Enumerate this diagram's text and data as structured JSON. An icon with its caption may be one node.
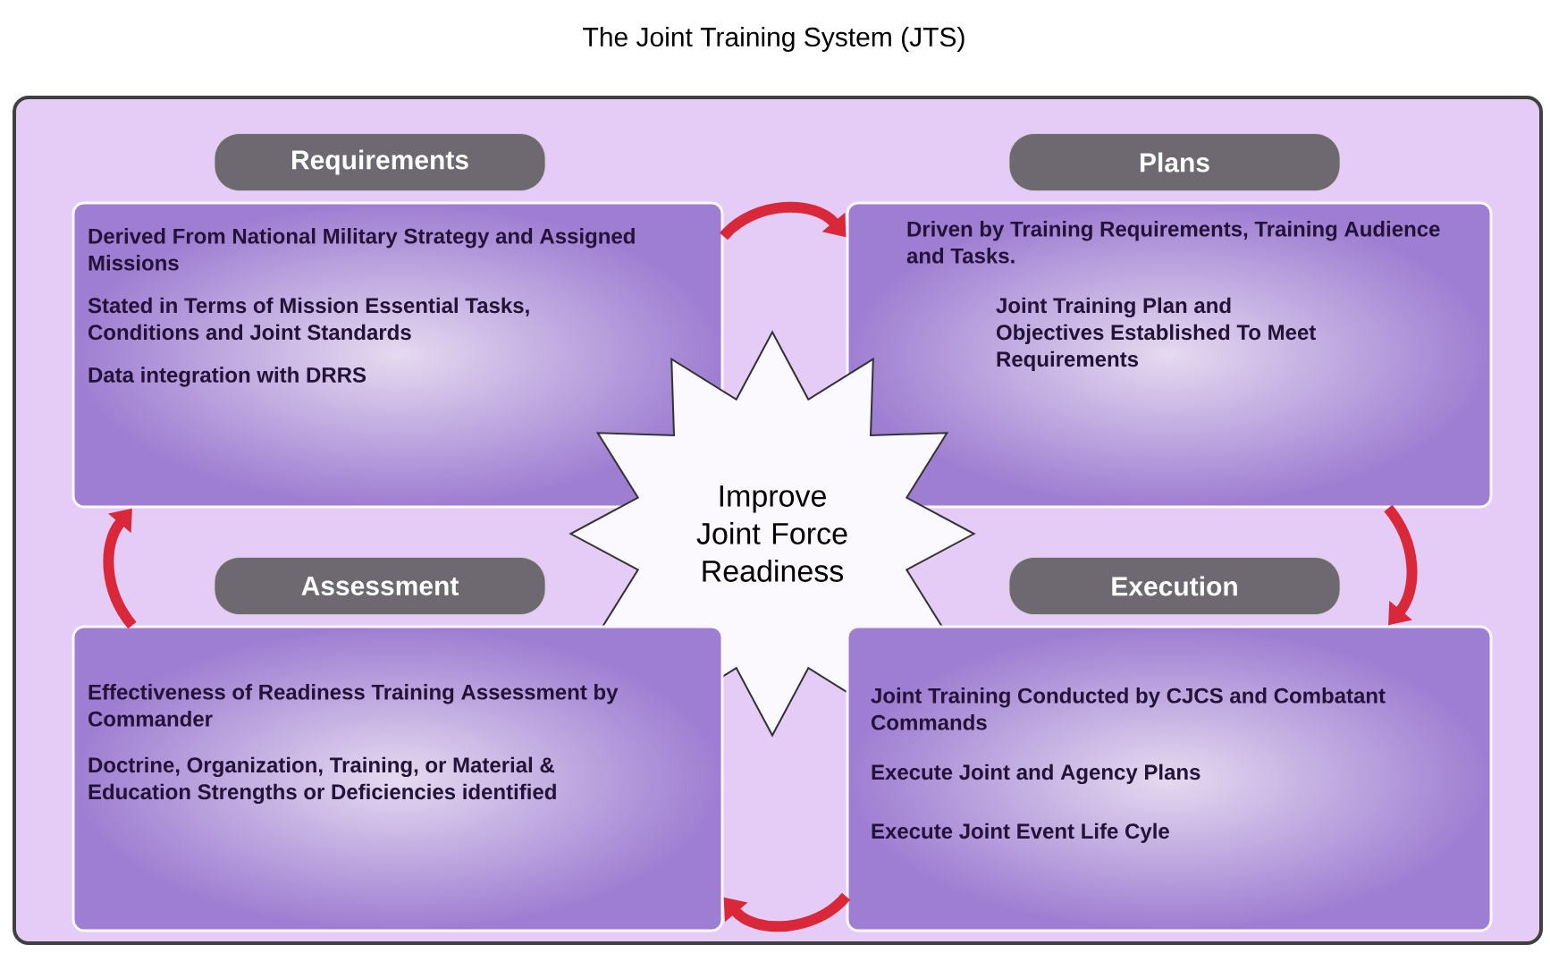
{
  "diagram": {
    "title": "The Joint Training System (JTS)",
    "nodes": [
      {
        "text": [],
        "shape": "box"
      },
      {
        "text": [
          "Requirements",
          "Derived From National Military Strategy and Assigned Missions",
          "Stated in Terms of Mission Essential Tasks, Conditions and Joint Standards",
          "Data integration with DRRS"
        ],
        "in": 0
      },
      {
        "text": [
          "Plans",
          "Driven by Training Requirements, Training Audience and Tasks.",
          "Joint Training Plan and Objectives Established To Meet Requirements"
        ],
        "in": 0
      },
      {
        "text": [
          "Improve Joint Force Readiness"
        ],
        "in": 0
      },
      {
        "text": [
          "Assessment",
          "Effectiveness of Readiness Training Assessment by Commander",
          "Doctrine, Organization, Training, or Material & Education Strengths or Deficiencies identified"
        ],
        "in": 0
      },
      {
        "text": [
          "Execution",
          "Joint Training Conducted by CJCS and Combatant Commands",
          "Execute Joint and Agency Plans",
          "Execute Joint Event Life Cyle"
        ],
        "in": 0
      }
    ],
    "edges": [
      {
        "from": 1,
        "to": 2,
        "arrow": "to"
      },
      {
        "from": 2,
        "to": 5,
        "arrow": "to"
      },
      {
        "from": 5,
        "to": 4,
        "arrow": "to"
      },
      {
        "from": 4,
        "to": 1,
        "arrow": "to"
      }
    ]
  }
}
